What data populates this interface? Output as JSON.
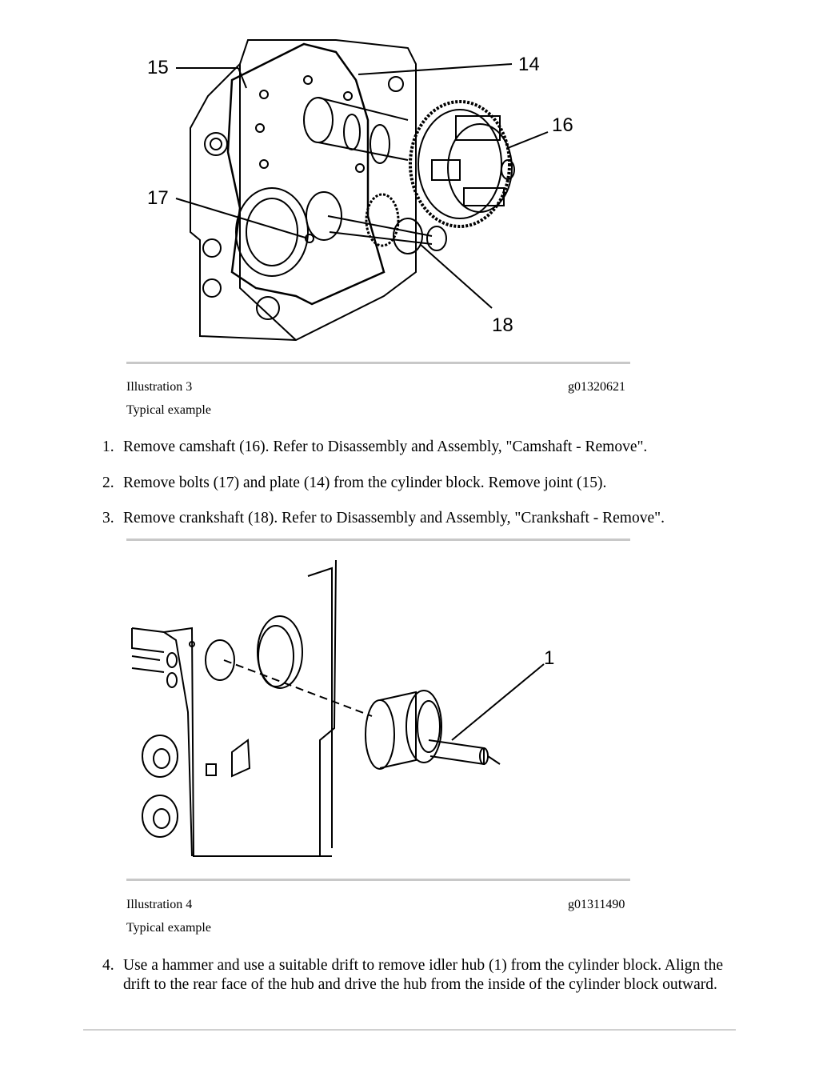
{
  "figure1": {
    "callouts": [
      "15",
      "14",
      "16",
      "17",
      "18"
    ],
    "label": "Illustration 3",
    "id": "g01320621",
    "caption": "Typical example"
  },
  "steps_a": [
    {
      "num": "1.",
      "text": "Remove camshaft (16). Refer to Disassembly and Assembly, \"Camshaft - Remove\"."
    },
    {
      "num": "2.",
      "text": "Remove bolts (17) and plate (14) from the cylinder block. Remove joint (15)."
    },
    {
      "num": "3.",
      "text": "Remove crankshaft (18). Refer to Disassembly and Assembly, \"Crankshaft - Remove\"."
    }
  ],
  "figure2": {
    "callouts": [
      "1"
    ],
    "label": "Illustration 4",
    "id": "g01311490",
    "caption": "Typical example"
  },
  "steps_b": [
    {
      "num": "4.",
      "text": "Use a hammer and use a suitable drift to remove idler hub (1) from the cylinder block. Align the drift to the rear face of the hub and drive the hub from the inside of the cylinder block outward."
    }
  ]
}
